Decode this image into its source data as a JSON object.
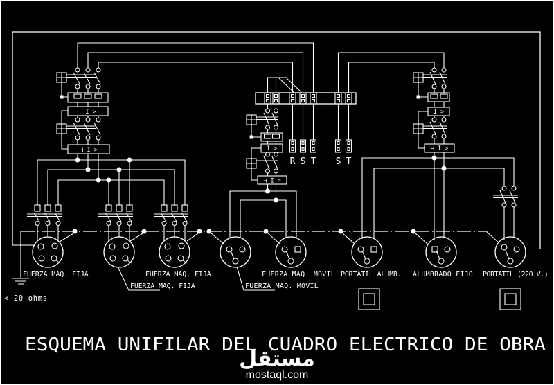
{
  "title": "ESQUEMA UNIFILAR DEL CUADRO ELECTRICO DE OBRA",
  "earth": {
    "note": "< 20 ohms"
  },
  "phases_main": [
    "R",
    "S",
    "T"
  ],
  "phases_aux": [
    "S",
    "T"
  ],
  "relay": {
    "overload": "I >",
    "magnetothermal": "⊣ I >"
  },
  "sockets": [
    "FUERZA MAQ. FIJA",
    "FUERZA MAQ. FIJA",
    "FUERZA MAQ. FIJA",
    "FUERZA MAQ. MOVIL",
    "FUERZA MAQ. MOVIL",
    "PORTATIL ALUMB.",
    "ALUMBRADO FIJO",
    "PORTATIL (220 V.)"
  ],
  "watermark": {
    "logo": "مستقل",
    "site": "mostaql.com"
  },
  "colors": {
    "background": "#000000",
    "line": "#ffffff",
    "watermark": "#5a5a5a"
  }
}
